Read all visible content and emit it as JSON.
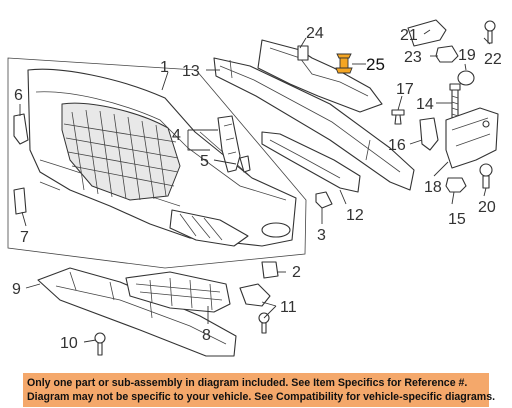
{
  "callouts": {
    "c1": "1",
    "c2": "2",
    "c3": "3",
    "c4": "4",
    "c5": "5",
    "c6": "6",
    "c7": "7",
    "c8": "8",
    "c9": "9",
    "c10": "10",
    "c11": "11",
    "c12": "12",
    "c13": "13",
    "c14": "14",
    "c15": "15",
    "c16": "16",
    "c17": "17",
    "c18": "18",
    "c19": "19",
    "c20": "20",
    "c21": "21",
    "c22": "22",
    "c23": "23",
    "c24": "24",
    "c25": "25"
  },
  "highlight_color": "#f5a623",
  "disclaimer": {
    "line1": "Only one part or sub-assembly in diagram included. See Item Specifics for Reference #.",
    "line2": "Diagram may not be specific to your vehicle. See Compatibility for vehicle-specific diagrams.",
    "background": "#f4a86b"
  }
}
